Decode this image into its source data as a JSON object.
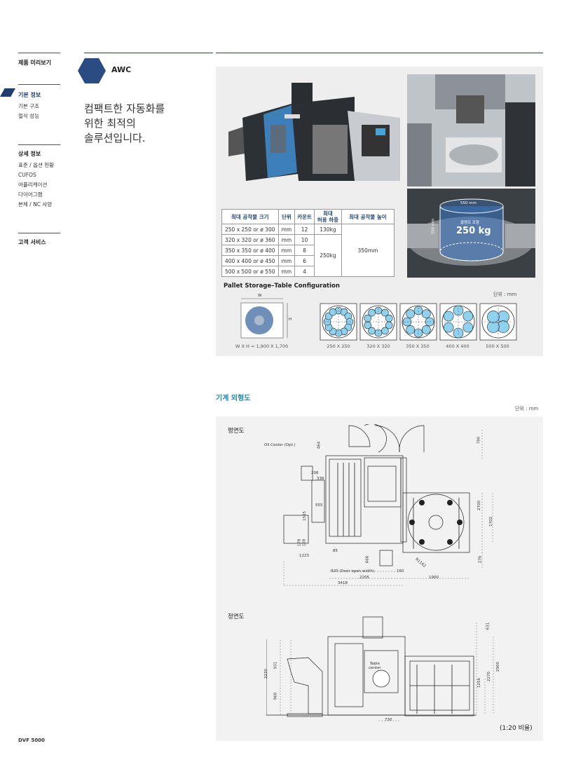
{
  "sidebar": {
    "preview": "제품 미리보기",
    "basic_title": "기본 정보",
    "basic_items": [
      "기본 구조",
      "절삭 성능"
    ],
    "detail_title": "상세 정보",
    "detail_items": [
      "표준 / 옵션 현황",
      "CUFOS",
      "어플리케이션",
      "다이어그램",
      "본체 / NC 사양"
    ],
    "service": "고객 서비스",
    "model": "DVF 5000"
  },
  "header": {
    "title": "AWC",
    "intro_lines": [
      "컴팩트한 자동화를",
      "위한 최적의",
      "솔루션입니다."
    ]
  },
  "photo_overlay": {
    "diameter": "550 mm",
    "height": "350 mm",
    "weight_label": "클램프 포함",
    "weight": "250 kg"
  },
  "spec_table": {
    "headers": [
      "최대 공작물 크기",
      "단위",
      "카운트",
      "최대\n허용 하중",
      "최대 공작물 높이"
    ],
    "rows": [
      [
        "250 x 250 or ø 300",
        "mm",
        "12"
      ],
      [
        "320 x 320 or ø 360",
        "mm",
        "10"
      ],
      [
        "350 x 350 or ø 400",
        "mm",
        "8"
      ],
      [
        "400 x 400 or ø 450",
        "mm",
        "6"
      ],
      [
        "500 x 500 or ø 550",
        "mm",
        "4"
      ]
    ],
    "load_first": "130kg",
    "load_rest": "250kg",
    "height": "350mm"
  },
  "pallet": {
    "title": "Pallet Storage–Table Configuration",
    "unit": "단위 : mm",
    "w_label": "W",
    "h_label": "H",
    "size_caption": "W X H = 1,900 X 1,700",
    "configs": [
      {
        "label": "250 X 250",
        "count": 12
      },
      {
        "label": "320 X 320",
        "count": 10
      },
      {
        "label": "350 X 350",
        "count": 8
      },
      {
        "label": "400 X 400",
        "count": 6
      },
      {
        "label": "500 X 500",
        "count": 4
      }
    ]
  },
  "drawing": {
    "section_title": "기계 외형도",
    "unit": "단위 : mm",
    "plan_title": "평면도",
    "front_title": "정면도",
    "scale": "(1:20 비율)",
    "plan_dims": {
      "oil_cooler": "Oil Cooler (Opt.)",
      "d464": "464",
      "d208": "208",
      "d336": "336",
      "d555": "555",
      "d1565": "1565",
      "d178": "178",
      "d128": "128",
      "d1223": "1223",
      "d85": "85",
      "d666": "666",
      "d920": "920 (Door open width)",
      "d160": "160",
      "d2205": "2205",
      "d3418": "3418",
      "d1900": "1900",
      "d790": "790",
      "d2700": "2700",
      "d1702": "1702",
      "d276": "276",
      "r1162": "R1162"
    },
    "front_dims": {
      "d631": "631",
      "d2230": "2230",
      "d931": "931",
      "d960": "960",
      "d730": "730",
      "d1256": "1256",
      "d2270": "2270",
      "d2900": "2900",
      "table_center": "Table\ncenter"
    }
  }
}
